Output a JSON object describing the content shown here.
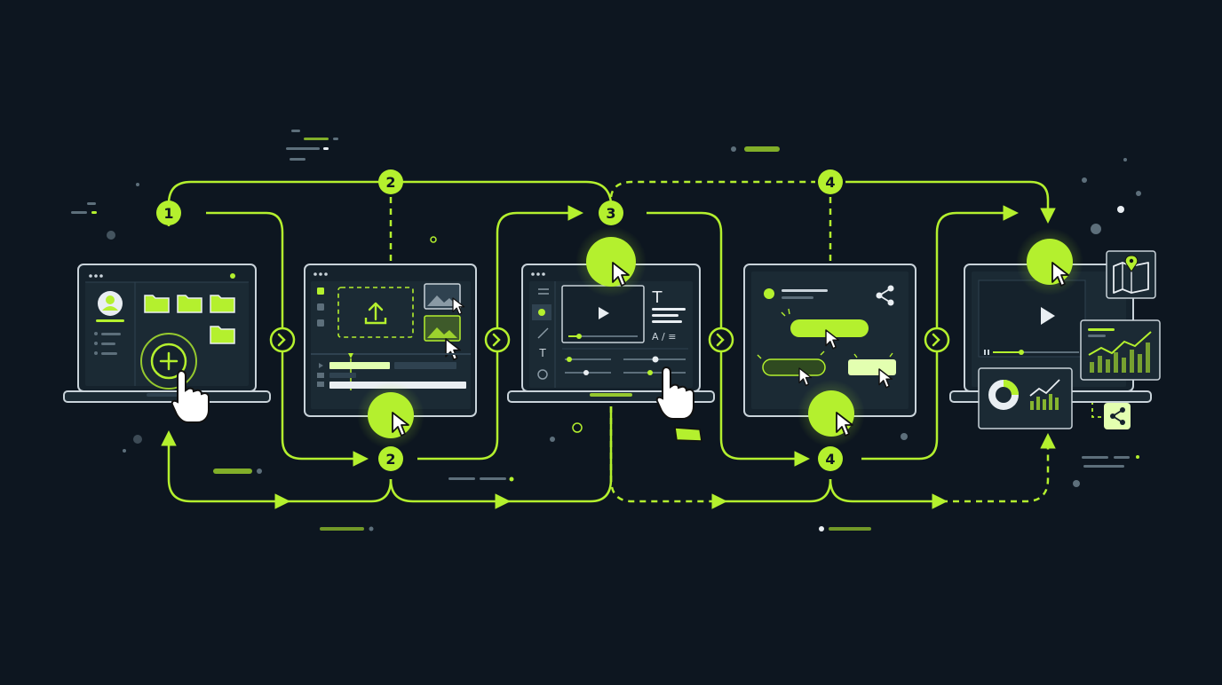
{
  "colors": {
    "background": "#0d1620",
    "accent": "#b4f02e",
    "accent_light": "#e3ffb0",
    "panel_fill": "#1b2a34",
    "panel_stroke": "#c9d3da",
    "muted": "#5d6f7b",
    "white": "#e9eef2"
  },
  "steps": {
    "s1": "1",
    "s2": "2",
    "s3": "3",
    "s4": "4"
  },
  "screen_text": {
    "text_tool": "T",
    "format_tools": "A / ≡",
    "sidebar_text_tool": "T"
  },
  "icons": {
    "step_connector": "chevron-right-icon",
    "cursor": "cursor-arrow-icon",
    "hand": "hand-pointer-icon",
    "upload": "upload-icon",
    "share": "share-icon",
    "map": "map-pin-icon",
    "play": "play-icon"
  }
}
